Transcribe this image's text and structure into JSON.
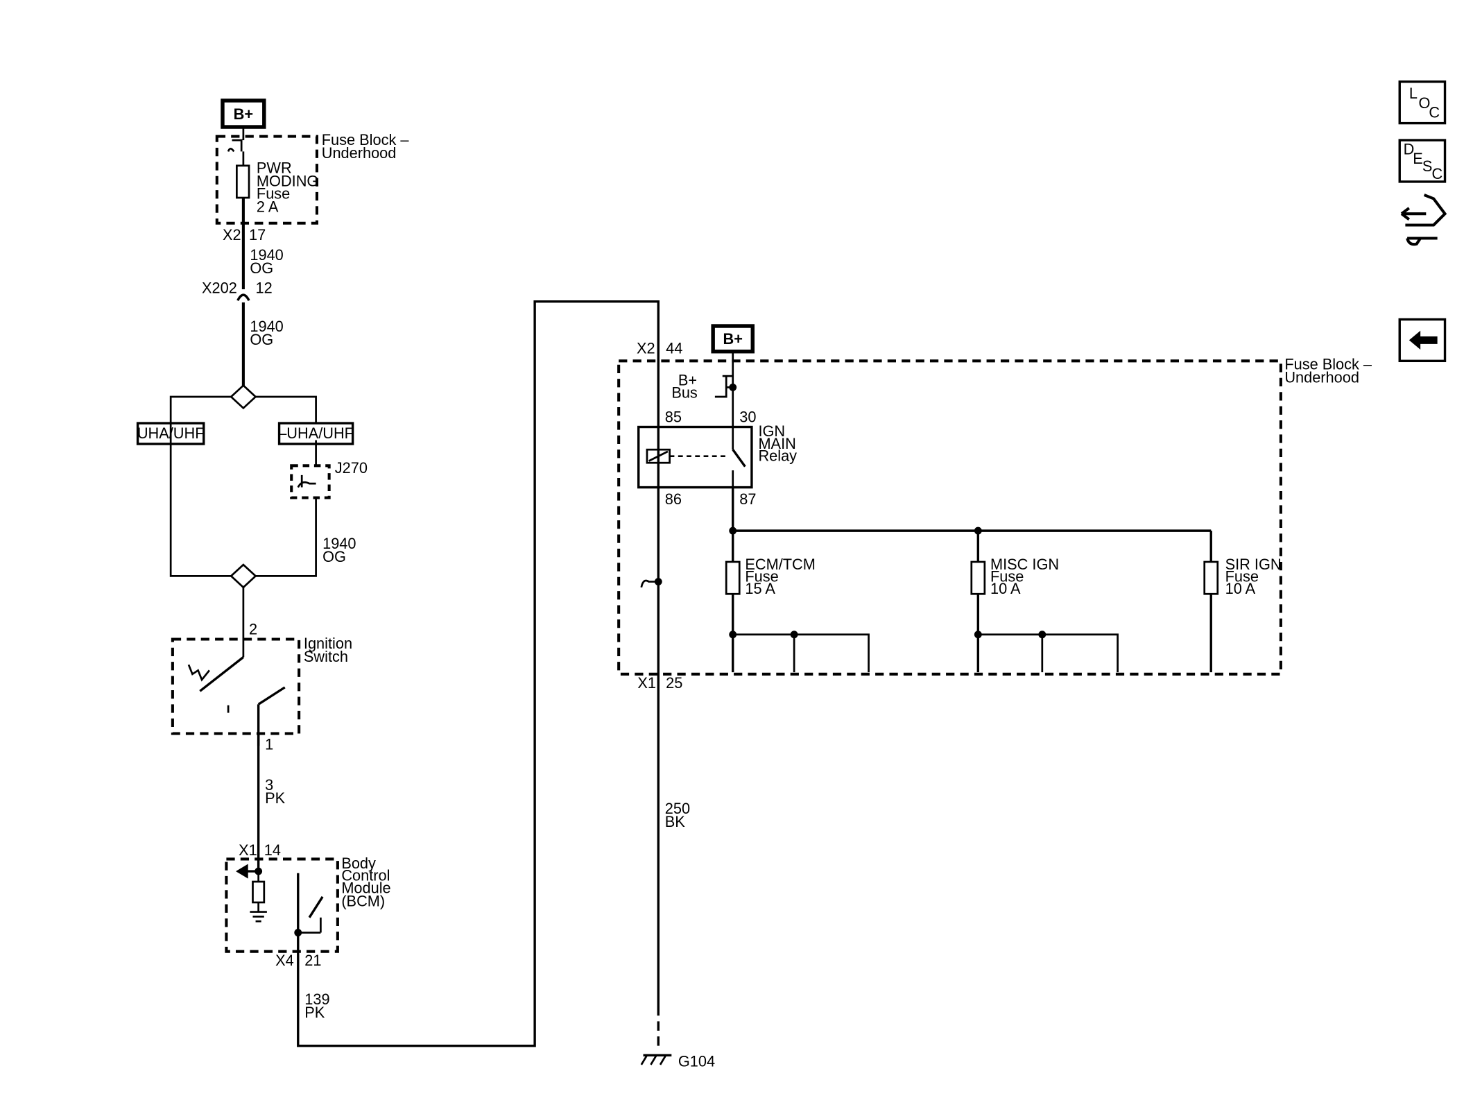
{
  "power": {
    "battery_label": "B+"
  },
  "top_fuse_block": {
    "title_line1": "Fuse Block –",
    "title_line2": "Underhood",
    "fuse_line1": "PWR",
    "fuse_line2": "MODING",
    "fuse_line3": "Fuse",
    "fuse_line4": "2 A",
    "connector": "X2",
    "pin": "17"
  },
  "wires": {
    "w1940_circuit": "1940",
    "w1940_color": "OG",
    "w3_circuit": "3",
    "w3_color": "PK",
    "w139_circuit": "139",
    "w139_color": "PK",
    "w250_circuit": "250",
    "w250_color": "BK"
  },
  "inline_connector": {
    "name": "X202",
    "pin": "12"
  },
  "options": {
    "left": "UHA/UHF",
    "right": "–UHA/UHF"
  },
  "jumper": {
    "name": "J270"
  },
  "ignition_switch": {
    "line1": "Ignition",
    "line2": "Switch",
    "pin_top": "2",
    "pin_bottom": "1"
  },
  "bcm": {
    "line1": "Body",
    "line2": "Control",
    "line3": "Module",
    "line4": "(BCM)",
    "conn_top": "X1",
    "pin_top": "14",
    "conn_bottom": "X4",
    "pin_bottom": "21"
  },
  "right_fuse_block": {
    "title_line1": "Fuse Block –",
    "title_line2": "Underhood",
    "conn_top": "X2",
    "pin_top": "44",
    "conn_bottom": "X1",
    "pin_bottom": "25",
    "bus_line1": "B+",
    "bus_line2": "Bus"
  },
  "relay": {
    "line1": "IGN",
    "line2": "MAIN",
    "line3": "Relay",
    "pin85": "85",
    "pin30": "30",
    "pin86": "86",
    "pin87": "87"
  },
  "fuses": [
    {
      "line1": "ECM/TCM",
      "line2": "Fuse",
      "line3": "15 A"
    },
    {
      "line1": "MISC IGN",
      "line2": "Fuse",
      "line3": "10 A"
    },
    {
      "line1": "SIR IGN",
      "line2": "Fuse",
      "line3": "10 A"
    }
  ],
  "ground": {
    "name": "G104"
  },
  "nav": {
    "loc_l": "L",
    "loc_o": "O",
    "loc_c": "C",
    "desc_d": "D",
    "desc_e": "E",
    "desc_s": "S",
    "desc_c": "C"
  }
}
